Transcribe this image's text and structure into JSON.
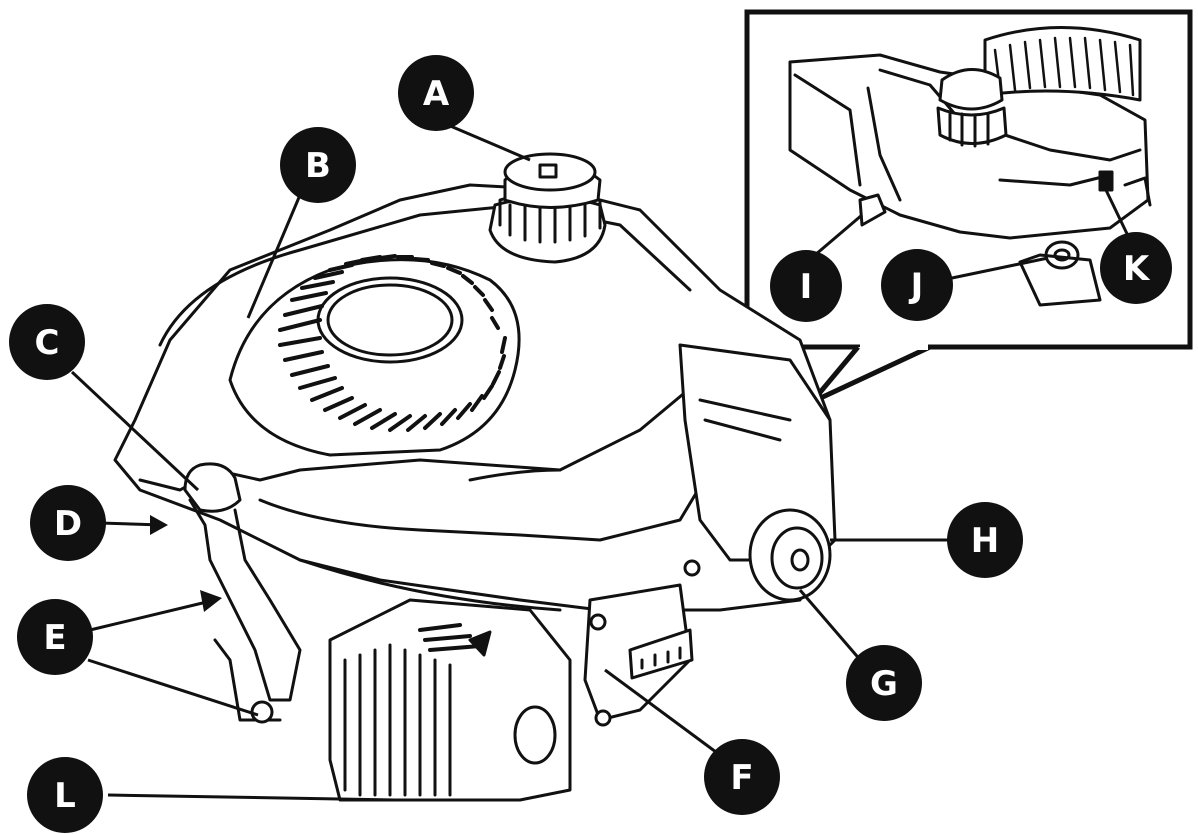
{
  "diagram": {
    "subject": "lawn-mower-engine-components",
    "callouts": [
      {
        "id": "A",
        "label": "A"
      },
      {
        "id": "B",
        "label": "B"
      },
      {
        "id": "C",
        "label": "C"
      },
      {
        "id": "D",
        "label": "D"
      },
      {
        "id": "E",
        "label": "E"
      },
      {
        "id": "F",
        "label": "F"
      },
      {
        "id": "G",
        "label": "G"
      },
      {
        "id": "H",
        "label": "H"
      },
      {
        "id": "I",
        "label": "I"
      },
      {
        "id": "J",
        "label": "J"
      },
      {
        "id": "K",
        "label": "K"
      },
      {
        "id": "L",
        "label": "L"
      }
    ],
    "colors": {
      "ink": "#111111",
      "background": "#ffffff",
      "label_text": "#ffffff"
    }
  }
}
